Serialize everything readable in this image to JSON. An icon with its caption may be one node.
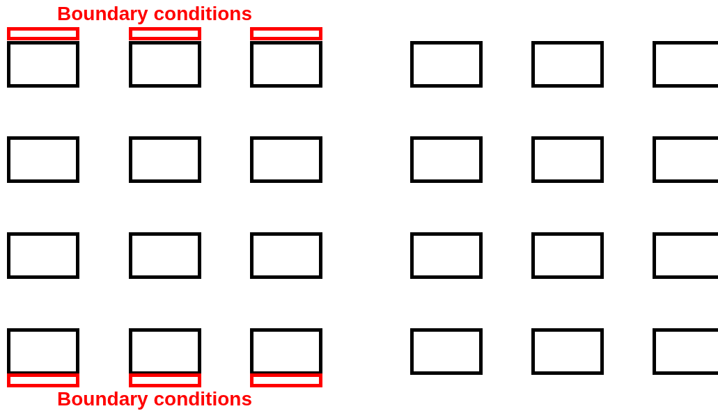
{
  "diagram": {
    "nodes": [
      {
        "text": [],
        "shape": "bar"
      },
      {
        "text": [],
        "shape": "bar"
      },
      {
        "text": [],
        "shape": "bar"
      },
      {
        "text": [],
        "shape": "box"
      },
      {
        "text": [],
        "shape": "box"
      },
      {
        "text": [],
        "shape": "box"
      },
      {
        "text": [],
        "shape": "box"
      },
      {
        "text": [],
        "shape": "box"
      },
      {
        "text": [],
        "shape": "box"
      },
      {
        "text": [],
        "shape": "box"
      },
      {
        "text": [],
        "shape": "box"
      },
      {
        "text": [],
        "shape": "box"
      },
      {
        "text": [],
        "shape": "box"
      },
      {
        "text": [],
        "shape": "box"
      },
      {
        "text": [],
        "shape": "box"
      },
      {
        "text": [],
        "shape": "box"
      },
      {
        "text": [],
        "shape": "box"
      },
      {
        "text": [],
        "shape": "box"
      },
      {
        "text": [],
        "shape": "box"
      },
      {
        "text": [],
        "shape": "box"
      },
      {
        "text": [],
        "shape": "box"
      },
      {
        "text": [],
        "shape": "box"
      },
      {
        "text": [],
        "shape": "box"
      },
      {
        "text": [],
        "shape": "box"
      },
      {
        "text": [],
        "shape": "box"
      },
      {
        "text": [],
        "shape": "box"
      },
      {
        "text": [],
        "shape": "box"
      },
      {
        "text": [],
        "shape": "bar"
      },
      {
        "text": [],
        "shape": "bar"
      },
      {
        "text": [],
        "shape": "bar"
      }
    ],
    "edges": [],
    "labels": [
      "Boundary conditions",
      "Boundary conditions"
    ]
  }
}
